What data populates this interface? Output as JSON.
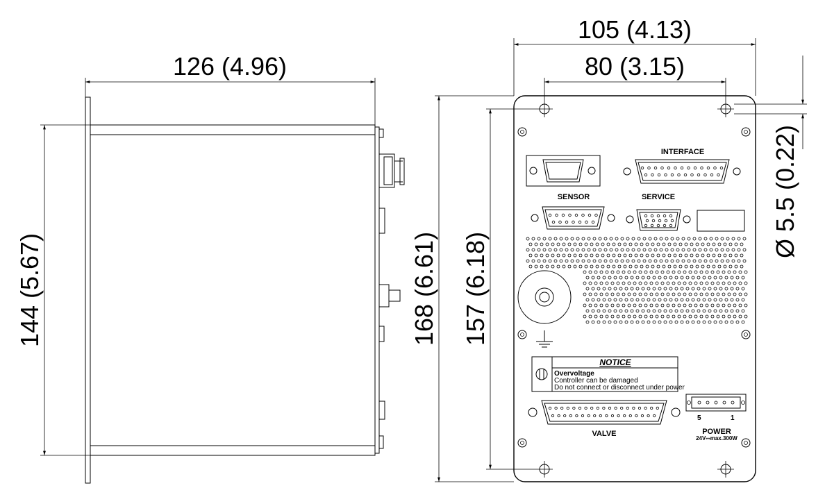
{
  "dimensions": {
    "side_width": "126 (4.96)",
    "side_height": "144 (5.67)",
    "front_total_width": "105 (4.13)",
    "front_hole_spacing": "80 (3.15)",
    "front_total_height": "168 (6.61)",
    "front_hole_height": "157 (6.18)",
    "hole_diameter": "Ø 5.5 (0.22)"
  },
  "panel": {
    "interface": "INTERFACE",
    "sensor": "SENSOR",
    "service": "SERVICE",
    "valve": "VALVE",
    "power": "POWER",
    "power_rating": "24V⎓max.300W",
    "pin_5": "5",
    "pin_1": "1"
  },
  "notice": {
    "title": "NOTICE",
    "line1": "Overvoltage",
    "line2": "Controller can be damaged",
    "line3": "Do not connect or disconnect under power"
  }
}
